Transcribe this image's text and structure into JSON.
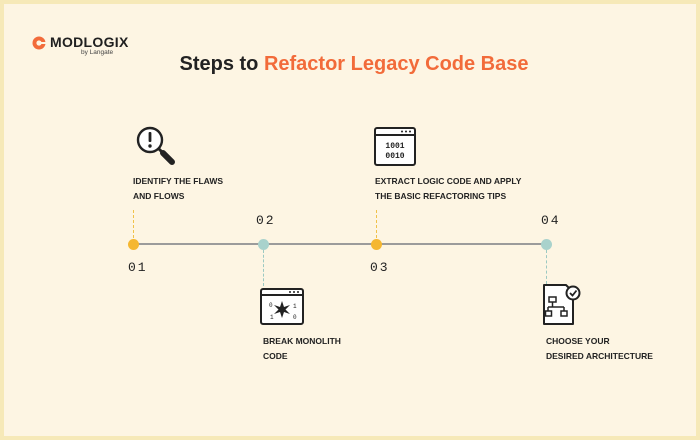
{
  "logo": {
    "name": "MODLOGIX",
    "sub": "by Langate",
    "brand_color": "#f26b3a"
  },
  "title": {
    "plain": "Steps to ",
    "accent": "Refactor Legacy Code Base",
    "accent_color": "#f26b3a"
  },
  "colors": {
    "background": "#fdf5e3",
    "border": "#f6e9b8",
    "dot_yellow": "#f5b731",
    "dot_teal": "#a9d2cc",
    "line": "#9b9b9b"
  },
  "steps": [
    {
      "number": "01",
      "label_line1": "IDENTIFY THE FLAWS",
      "label_line2": "AND FLOWS",
      "icon": "magnifier-alert-icon"
    },
    {
      "number": "02",
      "label_line1": "BREAK MONOLITH",
      "label_line2": "CODE",
      "icon": "browser-burst-icon"
    },
    {
      "number": "03",
      "label_line1": "EXTRACT LOGIC CODE AND APPLY",
      "label_line2": "THE BASIC REFACTORING TIPS",
      "icon": "binary-window-icon",
      "binary_line1": "1001",
      "binary_line2": "0010"
    },
    {
      "number": "04",
      "label_line1": "CHOOSE YOUR",
      "label_line2": "DESIRED ARCHITECTURE",
      "icon": "architecture-doc-icon"
    }
  ]
}
